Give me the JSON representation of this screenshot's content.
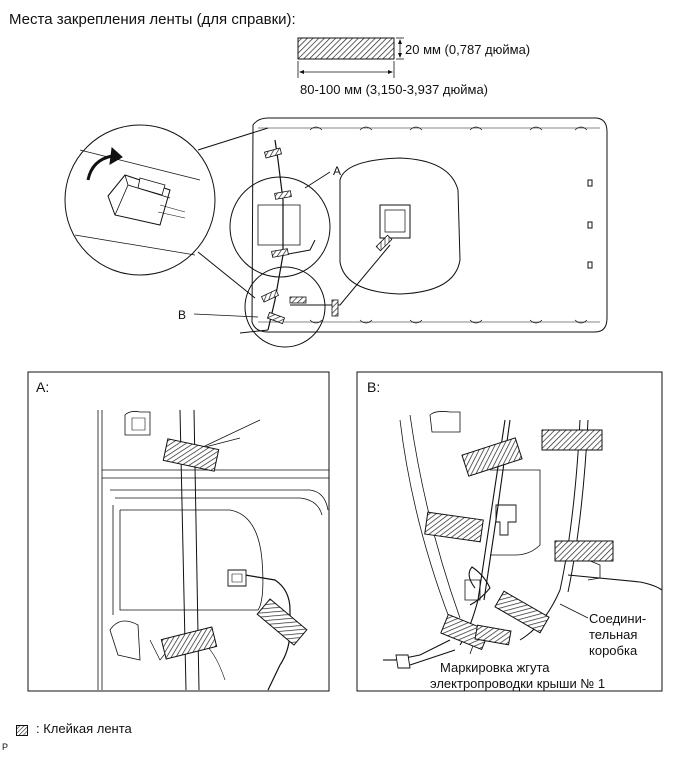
{
  "title": "Места закрепления ленты (для справки):",
  "tape_width": "20 мм (0,787 дюйма)",
  "tape_length": "80-100 мм (3,150-3,937 дюйма)",
  "callout_a": "A",
  "callout_b": "B",
  "panel_a_title": "A:",
  "panel_b_title": "B:",
  "junction_box_line1": "Соедини-",
  "junction_box_line2": "тельная",
  "junction_box_line3": "коробка",
  "marking_line1": "Маркировка жгута",
  "marking_line2": "электропроводки крыши № 1",
  "legend": ": Клейкая лента",
  "corner_mark": "P",
  "colors": {
    "line": "#111111",
    "hatch": "#222222",
    "background": "#ffffff"
  }
}
